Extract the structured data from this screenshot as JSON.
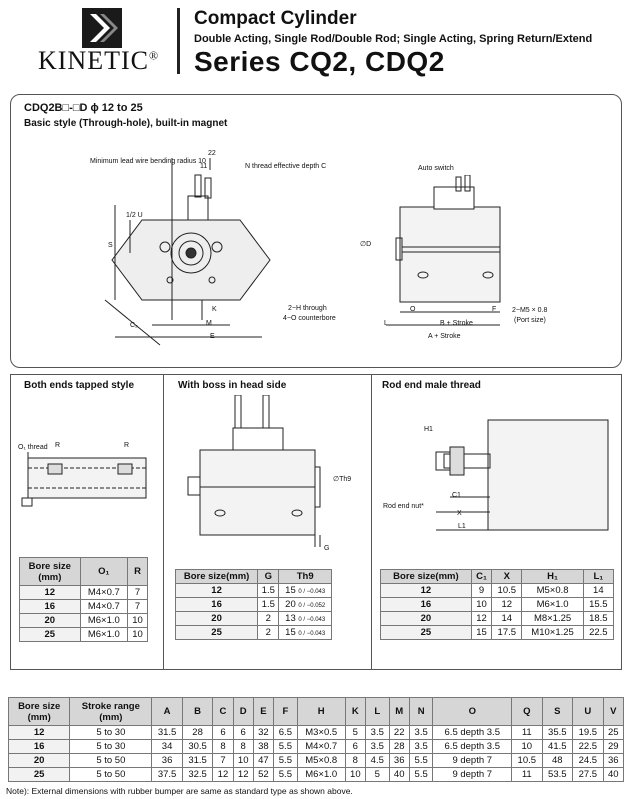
{
  "header": {
    "brand": "KINETIC",
    "reg": "®",
    "title": "Compact Cylinder",
    "subtitle": "Double Acting, Single Rod/Double Rod; Single Acting, Spring Return/Extend",
    "series": "Series CQ2, CDQ2"
  },
  "main_section": {
    "title": "CDQ2B□-□D  ϕ 12 to 25",
    "subtitle": "Basic style (Through-hole), built-in magnet",
    "labels": {
      "min_lead": "Minimum lead wire bending radius 10",
      "dim22": "22",
      "dim11": "11",
      "n_thread": "N thread effective depth C",
      "u_half": "1/2 U",
      "s": "S",
      "k": "K",
      "m": "M",
      "e": "E",
      "cl": "C₂",
      "two_h": "2−H through",
      "four_o": "4−O counterbore",
      "auto_switch": "Auto switch",
      "d": "∅D",
      "o": "O",
      "f": "F",
      "l": "L",
      "b_stroke": "B + Stroke",
      "a_stroke": "A + Stroke",
      "port": "2−M5 × 0.8",
      "port_size": "(Port size)"
    }
  },
  "sec_a": {
    "title": "Both ends tapped style",
    "o_thread": "O₁ thread",
    "r": "R",
    "headers": [
      "Bore size\n(mm)",
      "O₁",
      "R"
    ],
    "rows": [
      [
        "12",
        "M4×0.7",
        "7"
      ],
      [
        "16",
        "M4×0.7",
        "7"
      ],
      [
        "20",
        "M6×1.0",
        "10"
      ],
      [
        "25",
        "M6×1.0",
        "10"
      ]
    ]
  },
  "sec_b": {
    "title": "With boss in head side",
    "th9": "∅Th9",
    "g": "G",
    "headers": [
      "Bore size(mm)",
      "G",
      "Th9"
    ],
    "rows": [
      [
        "12",
        "1.5",
        "15",
        "0 / −0.043"
      ],
      [
        "16",
        "1.5",
        "20",
        "0 / −0.052"
      ],
      [
        "20",
        "2",
        "13",
        "0 / −0.043"
      ],
      [
        "25",
        "2",
        "15",
        "0 / −0.043"
      ]
    ]
  },
  "sec_c": {
    "title": "Rod end male thread",
    "h1": "H1",
    "c1": "C1",
    "x": "X",
    "l1": "L1",
    "nut": "Rod end nut*",
    "headers": [
      "Bore size(mm)",
      "C₁",
      "X",
      "H₁",
      "L₁"
    ],
    "rows": [
      [
        "12",
        "9",
        "10.5",
        "M5×0.8",
        "14"
      ],
      [
        "16",
        "10",
        "12",
        "M6×1.0",
        "15.5"
      ],
      [
        "20",
        "12",
        "14",
        "M8×1.25",
        "18.5"
      ],
      [
        "25",
        "15",
        "17.5",
        "M10×1.25",
        "22.5"
      ]
    ]
  },
  "main_table": {
    "headers": [
      "Bore size\n(mm)",
      "Stroke range\n(mm)",
      "A",
      "B",
      "C",
      "D",
      "E",
      "F",
      "H",
      "K",
      "L",
      "M",
      "N",
      "O",
      "Q",
      "S",
      "U",
      "V"
    ],
    "rows": [
      [
        "12",
        "5 to 30",
        "31.5",
        "28",
        "6",
        "6",
        "32",
        "6.5",
        "M3×0.5",
        "5",
        "3.5",
        "22",
        "3.5",
        "6.5 depth 3.5",
        "11",
        "35.5",
        "19.5",
        "25"
      ],
      [
        "16",
        "5 to 30",
        "34",
        "30.5",
        "8",
        "8",
        "38",
        "5.5",
        "M4×0.7",
        "6",
        "3.5",
        "28",
        "3.5",
        "6.5 depth 3.5",
        "10",
        "41.5",
        "22.5",
        "29"
      ],
      [
        "20",
        "5 to 50",
        "36",
        "31.5",
        "7",
        "10",
        "47",
        "5.5",
        "M5×0.8",
        "8",
        "4.5",
        "36",
        "5.5",
        "9 depth 7",
        "10.5",
        "48",
        "24.5",
        "36"
      ],
      [
        "25",
        "5 to 50",
        "37.5",
        "32.5",
        "12",
        "12",
        "52",
        "5.5",
        "M6×1.0",
        "10",
        "5",
        "40",
        "5.5",
        "9 depth 7",
        "11",
        "53.5",
        "27.5",
        "40"
      ]
    ]
  },
  "note": "Note): External dimensions with rubber bumper are same as standard type as shown above."
}
